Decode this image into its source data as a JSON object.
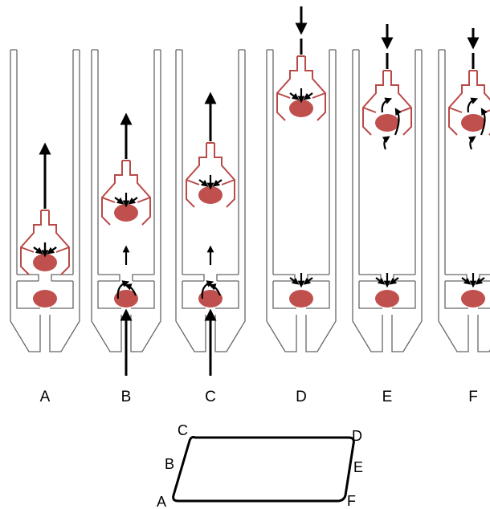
{
  "diagram": {
    "stage_labels": [
      "A",
      "B",
      "C",
      "D",
      "E",
      "F"
    ],
    "cycle_labels": {
      "A": "A",
      "B": "B",
      "C": "C",
      "D": "D",
      "E": "E",
      "F": "F"
    },
    "colors": {
      "outline": "#666666",
      "piston": "#b94a48",
      "ball": "#c0504d",
      "arrow": "#000000"
    }
  }
}
